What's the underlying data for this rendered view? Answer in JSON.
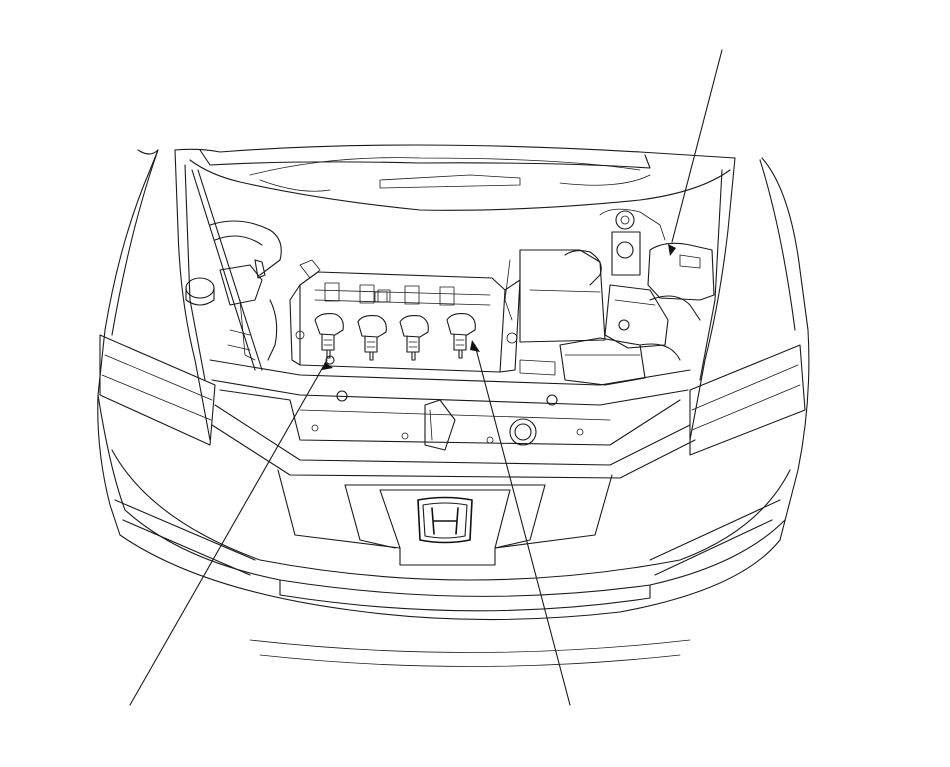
{
  "diagram": {
    "subject": "engine-compartment",
    "brand_mark": "h-emblem-icon",
    "ignition_coil_count": 4,
    "callouts": [
      {
        "name": "upper-right-callout",
        "target": "coolant-reservoir"
      },
      {
        "name": "lower-left-callout",
        "target": "ignition-coil-1"
      },
      {
        "name": "lower-right-callout",
        "target": "ignition-coil-4"
      }
    ],
    "line_color": "#1a1a1a",
    "background_color": "#ffffff"
  }
}
